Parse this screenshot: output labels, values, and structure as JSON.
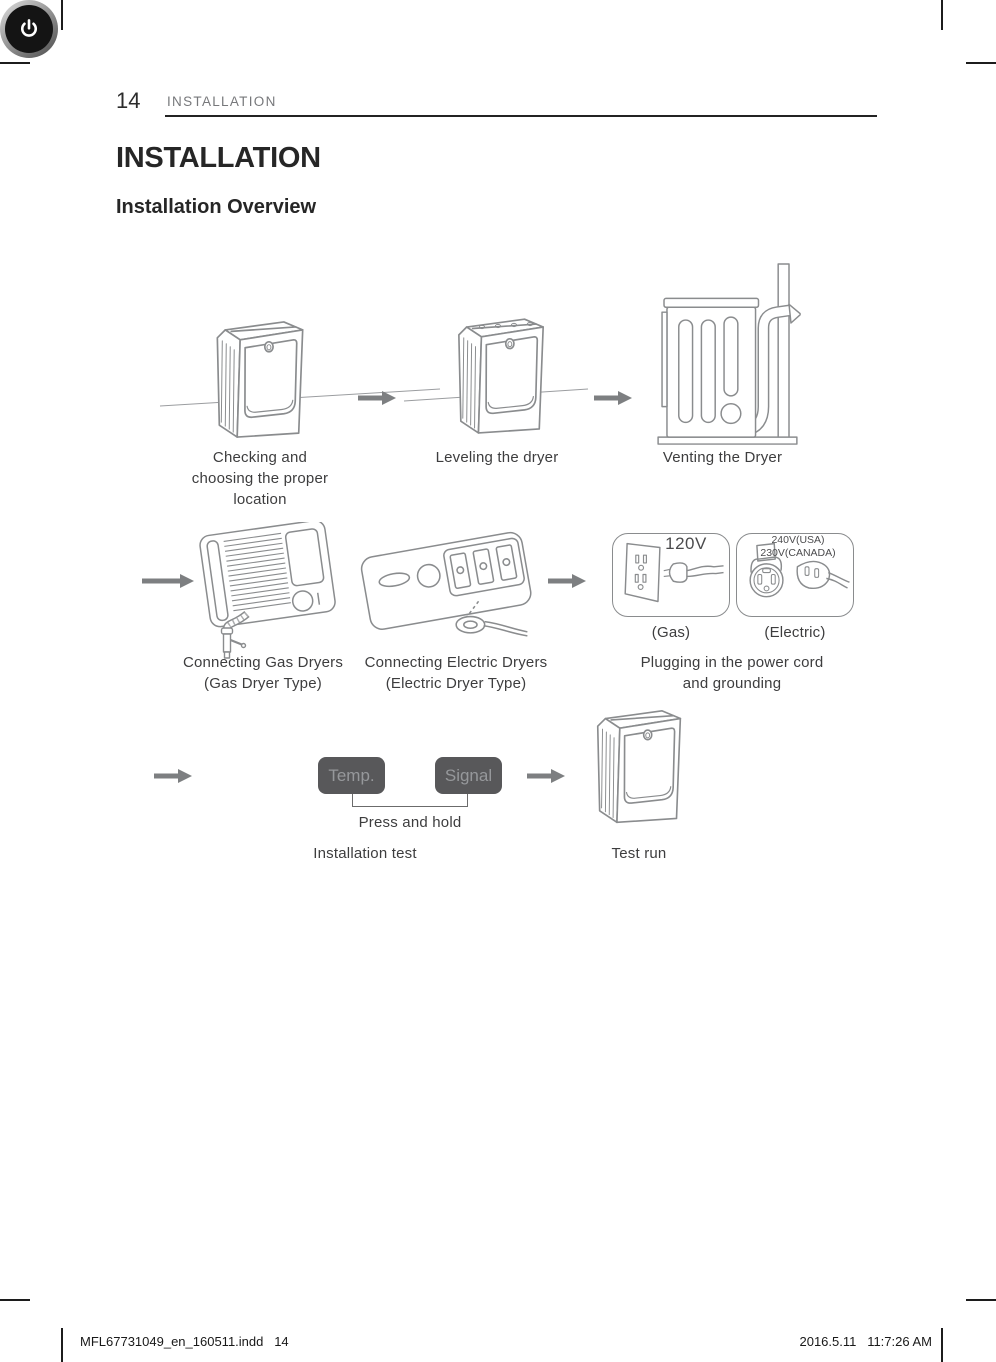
{
  "page": {
    "number": "14",
    "running_header": "INSTALLATION",
    "title": "INSTALLATION",
    "section_title": "Installation Overview"
  },
  "steps": {
    "checking": {
      "caption": "Checking and\nchoosing the proper\nlocation"
    },
    "leveling": {
      "caption": "Leveling the dryer"
    },
    "venting": {
      "caption": "Venting the Dryer"
    },
    "gas": {
      "caption": "Connecting Gas Dryers\n(Gas Dryer Type)"
    },
    "electric": {
      "caption": "Connecting Electric Dryers\n(Electric Dryer Type)"
    },
    "plugging": {
      "caption": "Plugging in the power cord\nand grounding",
      "gas_voltage": "120V",
      "gas_label": "(Gas)",
      "electric_voltage": "240V(USA)\n230V(CANADA)",
      "electric_label": "(Electric)"
    },
    "installation_test": {
      "caption": "Installation test",
      "buttons": [
        {
          "label": "Temp."
        },
        {
          "label": "Signal"
        }
      ],
      "note": "Press and hold",
      "power_icon": "power-icon"
    },
    "test_run": {
      "caption": "Test run"
    }
  },
  "footer": {
    "file_info": "MFL67731049_en_160511.indd   14",
    "timestamp": "2016.5.11   11:7:26 AM"
  },
  "colors": {
    "line_art": "#8a8c8e",
    "arrow": "#7d7f81",
    "rule": "#232323",
    "caption_text": "#3d3d3e",
    "running_header_text": "#77787b",
    "button_bg": "#58585a",
    "button_text": "#96989b",
    "power_button_bg": "#141414"
  }
}
